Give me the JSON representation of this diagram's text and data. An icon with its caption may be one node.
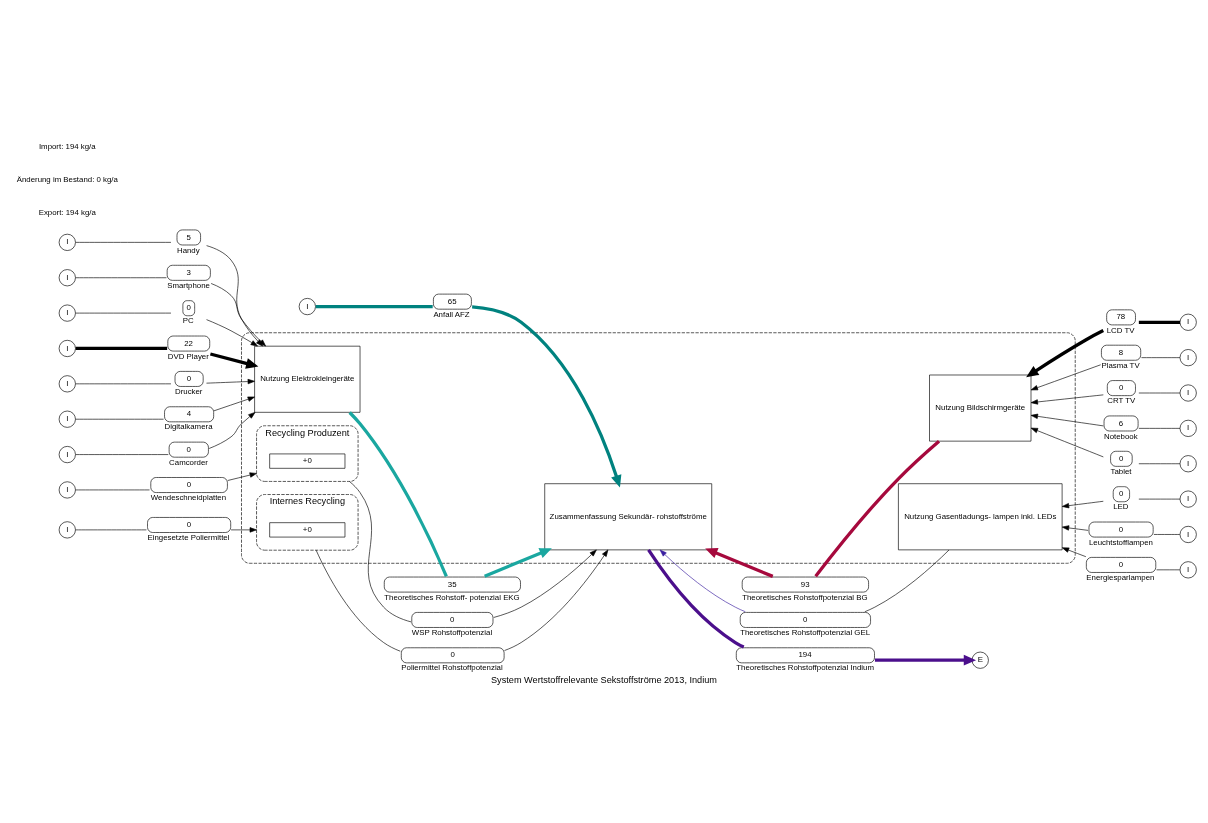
{
  "diagram": {
    "caption": "System Wertstoffrelevante Sekstoffströme 2013, Indium",
    "nodes": [
      {
        "text": [],
        "shape": "box"
      },
      {
        "text": [
          "Nutzung Elektrokleingeräte"
        ],
        "in": 0
      },
      {
        "text": [
          "Zusammenfassung Sekundär- rohstoffströme"
        ],
        "in": 0
      },
      {
        "text": [
          "Nutzung Bildschirmgeräte"
        ],
        "in": 0
      },
      {
        "text": [
          "Recycling Produzent"
        ],
        "in": 0
      },
      {
        "text": [
          "+0"
        ],
        "in": 4
      },
      {
        "text": [
          "Internes Recycling"
        ],
        "in": 0
      },
      {
        "text": [
          "+0"
        ],
        "in": 6
      },
      {
        "text": [
          "Nutzung Gasentladungs- lampen inkl. LEDs"
        ],
        "in": 0
      },
      {
        "text": [
          "I"
        ]
      },
      {
        "text": [
          "5"
        ],
        "beside": [
          "Handy"
        ]
      },
      {
        "text": [
          "I"
        ]
      },
      {
        "text": [
          "3"
        ],
        "beside": [
          "Smartphone"
        ]
      },
      {
        "text": [
          "I"
        ]
      },
      {
        "text": [
          "0"
        ],
        "beside": [
          "PC"
        ]
      },
      {
        "text": [
          "I"
        ]
      },
      {
        "text": [
          "22"
        ],
        "beside": [
          "DVD Player"
        ]
      },
      {
        "text": [
          "I"
        ]
      },
      {
        "text": [
          "0"
        ],
        "beside": [
          "Drucker"
        ]
      },
      {
        "text": [
          "I"
        ]
      },
      {
        "text": [
          "4"
        ],
        "beside": [
          "Digitalkamera"
        ]
      },
      {
        "text": [
          "I"
        ]
      },
      {
        "text": [
          "0"
        ],
        "beside": [
          "Camcorder"
        ]
      },
      {
        "text": [
          "I"
        ]
      },
      {
        "text": [
          "0"
        ],
        "beside": [
          "Wendeschneidplatten"
        ]
      },
      {
        "text": [
          "I"
        ]
      },
      {
        "text": [
          "0"
        ],
        "beside": [
          "Eingesetzte Poliermittel"
        ]
      },
      {
        "text": [
          "I"
        ]
      },
      {
        "text": [
          "65"
        ],
        "beside": [
          "Anfall AFZ"
        ]
      },
      {
        "text": [
          "35"
        ],
        "beside": [
          "Theoretisches Rohstoff- potenzial EKG"
        ]
      },
      {
        "text": [
          "93"
        ],
        "beside": [
          "Theoretisches Rohstoffpotenzial BG"
        ]
      },
      {
        "text": [
          "0"
        ],
        "beside": [
          "WSP Rohstoffpotenzial"
        ]
      },
      {
        "text": [
          "0"
        ],
        "beside": [
          "Poliermittel Rohstoffpotenzial"
        ]
      },
      {
        "text": [
          "0"
        ],
        "beside": [
          "Theoretisches Rohstoffpotenzial GEL"
        ]
      },
      {
        "text": [
          "194"
        ],
        "beside": [
          "Theoretisches Rohstoffpotenzial Indium"
        ]
      },
      {
        "text": [
          "E"
        ]
      },
      {
        "text": [
          "78"
        ],
        "beside": [
          "LCD TV"
        ]
      },
      {
        "text": [
          "I"
        ]
      },
      {
        "text": [
          "8"
        ],
        "beside": [
          "Plasma TV"
        ]
      },
      {
        "text": [
          "I"
        ]
      },
      {
        "text": [
          "0"
        ],
        "beside": [
          "CRT TV"
        ]
      },
      {
        "text": [
          "I"
        ]
      },
      {
        "text": [
          "6"
        ],
        "beside": [
          "Notebook"
        ]
      },
      {
        "text": [
          "I"
        ]
      },
      {
        "text": [
          "0"
        ],
        "beside": [
          "Tablet"
        ]
      },
      {
        "text": [
          "I"
        ]
      },
      {
        "text": [
          "0"
        ],
        "beside": [
          "LED"
        ]
      },
      {
        "text": [
          "I"
        ]
      },
      {
        "text": [
          "0"
        ],
        "beside": [
          "Leuchtstofflampen"
        ]
      },
      {
        "text": [
          "I"
        ]
      },
      {
        "text": [
          "0"
        ],
        "beside": [
          "Energiesparlampen"
        ]
      },
      {
        "text": [
          "I"
        ]
      }
    ],
    "edges": [
      {
        "from": 9,
        "to": 10,
        "arrow": "none"
      },
      {
        "from": 10,
        "to": 1,
        "arrow": "to"
      },
      {
        "from": 11,
        "to": 12,
        "arrow": "none"
      },
      {
        "from": 12,
        "to": 1,
        "arrow": "to"
      },
      {
        "from": 13,
        "to": 14,
        "arrow": "none"
      },
      {
        "from": 14,
        "to": 1,
        "arrow": "to"
      },
      {
        "from": 15,
        "to": 16,
        "arrow": "none",
        "style": "thick"
      },
      {
        "from": 16,
        "to": 1,
        "arrow": "to",
        "style": "thick"
      },
      {
        "from": 17,
        "to": 18,
        "arrow": "none"
      },
      {
        "from": 18,
        "to": 1,
        "arrow": "to"
      },
      {
        "from": 19,
        "to": 20,
        "arrow": "none"
      },
      {
        "from": 20,
        "to": 1,
        "arrow": "to"
      },
      {
        "from": 21,
        "to": 22,
        "arrow": "none"
      },
      {
        "from": 22,
        "to": 1,
        "arrow": "to"
      },
      {
        "from": 23,
        "to": 24,
        "arrow": "none"
      },
      {
        "from": 24,
        "to": 4,
        "arrow": "to"
      },
      {
        "from": 25,
        "to": 26,
        "arrow": "none"
      },
      {
        "from": 26,
        "to": 6,
        "arrow": "to"
      },
      {
        "from": 27,
        "to": 28,
        "arrow": "none",
        "style": "thick",
        "color": "#00827f"
      },
      {
        "from": 28,
        "to": 2,
        "arrow": "to",
        "style": "thick",
        "color": "#00827f"
      },
      {
        "from": 1,
        "to": 29,
        "arrow": "none",
        "style": "thick",
        "color": "#1aa7a0"
      },
      {
        "from": 29,
        "to": 2,
        "arrow": "to",
        "style": "thick",
        "color": "#1aa7a0"
      },
      {
        "from": 3,
        "to": 30,
        "arrow": "none",
        "style": "thick",
        "color": "#a6093d"
      },
      {
        "from": 30,
        "to": 2,
        "arrow": "to",
        "style": "thick",
        "color": "#a6093d"
      },
      {
        "from": 4,
        "to": 31,
        "arrow": "none"
      },
      {
        "from": 31,
        "to": 2,
        "arrow": "to"
      },
      {
        "from": 6,
        "to": 32,
        "arrow": "none"
      },
      {
        "from": 32,
        "to": 2,
        "arrow": "to"
      },
      {
        "from": 8,
        "to": 33,
        "arrow": "none"
      },
      {
        "from": 33,
        "to": 2,
        "arrow": "to",
        "color": "#3a1fa0"
      },
      {
        "from": 2,
        "to": 34,
        "arrow": "none",
        "style": "thick",
        "color": "#4b0f8c"
      },
      {
        "from": 34,
        "to": 35,
        "arrow": "to",
        "style": "thick",
        "color": "#4b0f8c"
      },
      {
        "from": 37,
        "to": 36,
        "arrow": "none",
        "style": "thick"
      },
      {
        "from": 36,
        "to": 3,
        "arrow": "to",
        "style": "thick"
      },
      {
        "from": 39,
        "to": 38,
        "arrow": "none"
      },
      {
        "from": 38,
        "to": 3,
        "arrow": "to"
      },
      {
        "from": 41,
        "to": 40,
        "arrow": "none"
      },
      {
        "from": 40,
        "to": 3,
        "arrow": "to"
      },
      {
        "from": 43,
        "to": 42,
        "arrow": "none"
      },
      {
        "from": 42,
        "to": 3,
        "arrow": "to"
      },
      {
        "from": 45,
        "to": 44,
        "arrow": "none"
      },
      {
        "from": 44,
        "to": 3,
        "arrow": "to"
      },
      {
        "from": 47,
        "to": 46,
        "arrow": "none"
      },
      {
        "from": 46,
        "to": 8,
        "arrow": "to"
      },
      {
        "from": 49,
        "to": 48,
        "arrow": "none"
      },
      {
        "from": 48,
        "to": 8,
        "arrow": "to"
      },
      {
        "from": 51,
        "to": 50,
        "arrow": "none"
      },
      {
        "from": 50,
        "to": 8,
        "arrow": "to"
      }
    ],
    "labels": [
      "Import: 194 kg/a",
      "Änderung im Bestand: 0 kg/a",
      "Export: 194 kg/a"
    ]
  }
}
